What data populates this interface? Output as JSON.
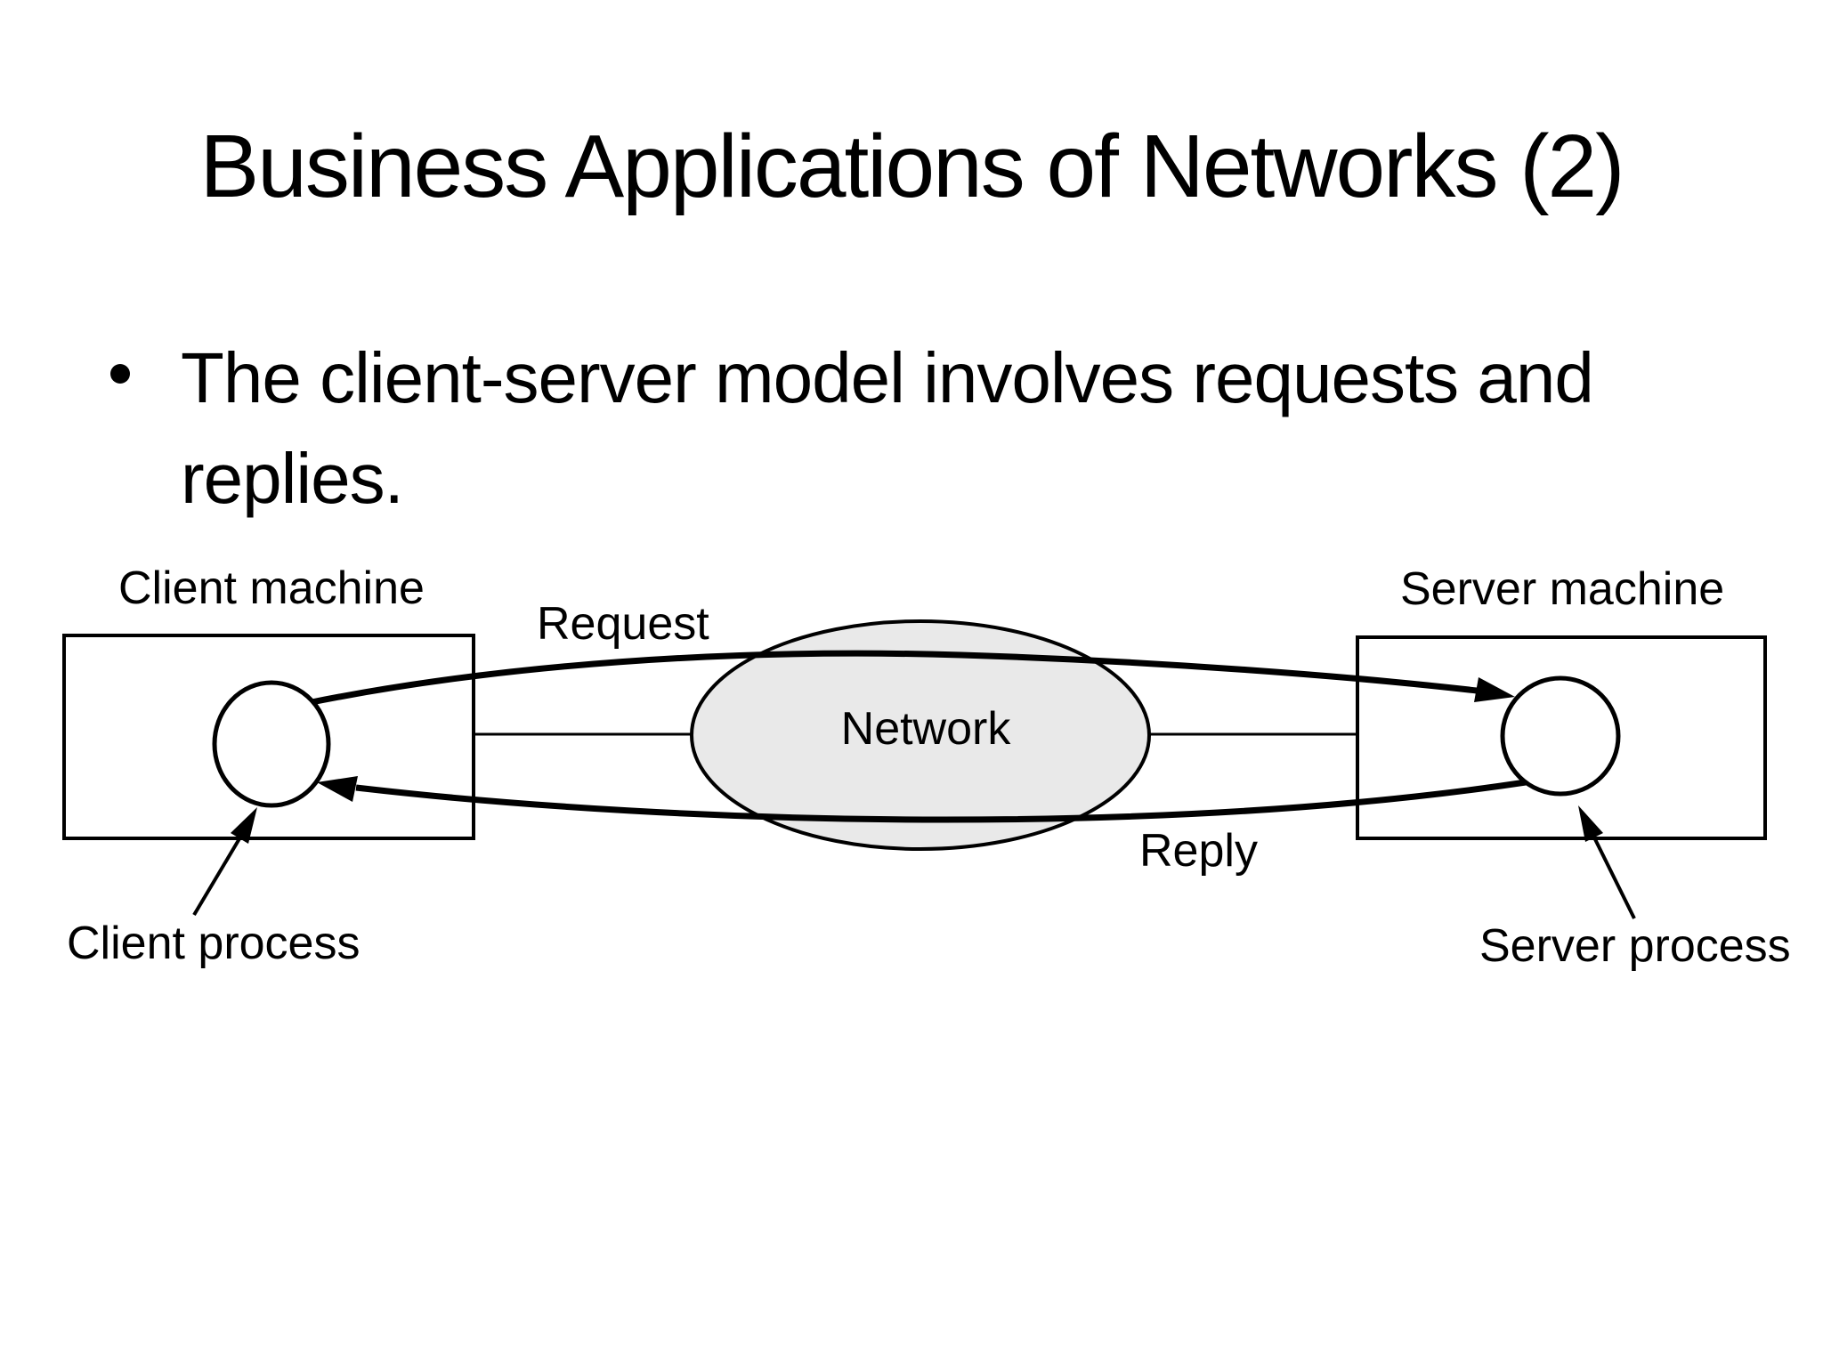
{
  "slide": {
    "title": "Business Applications of Networks (2)",
    "bullet_text": "The client-server model involves requests and replies.",
    "background_color": "#ffffff",
    "text_color": "#000000"
  },
  "diagram": {
    "client_machine_label": "Client machine",
    "client_process_label": "Client process",
    "server_machine_label": "Server machine",
    "server_process_label": "Server process",
    "request_label": "Request",
    "reply_label": "Reply",
    "network_label": "Network",
    "network_fill": "#e9e9e9",
    "line_color": "#000000"
  }
}
